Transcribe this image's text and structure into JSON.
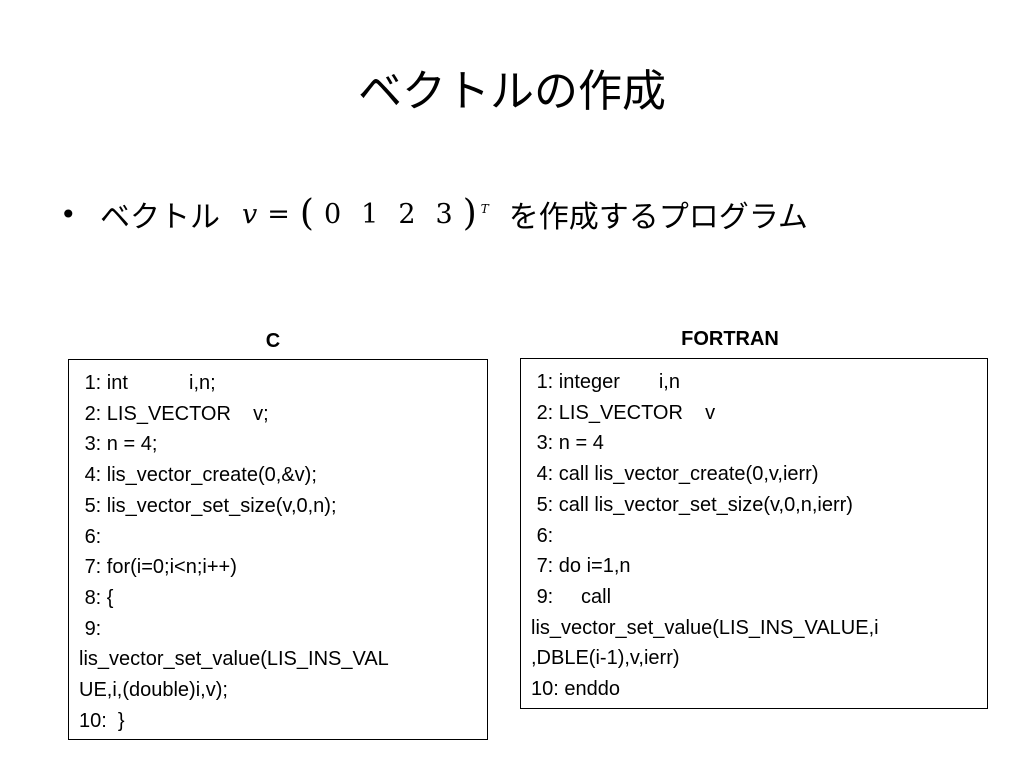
{
  "slide": {
    "title": "ベクトルの作成",
    "bullet": {
      "symbol": "•",
      "prefix": "ベクトル",
      "formula": {
        "var": "v",
        "eq": "=",
        "open": "(",
        "values": [
          "0",
          "1",
          "2",
          "3"
        ],
        "close": ")",
        "sup": "T"
      },
      "suffix": "を作成するプログラム"
    }
  },
  "c_column": {
    "header": "C",
    "lines": [
      " 1: int           i,n;",
      " 2: LIS_VECTOR    v;",
      " 3: n = 4;",
      " 4: lis_vector_create(0,&v);",
      " 5: lis_vector_set_size(v,0,n);",
      " 6:",
      " 7: for(i=0;i<n;i++)",
      " 8: {",
      " 9:",
      "lis_vector_set_value(LIS_INS_VAL",
      "UE,i,(double)i,v);",
      "10:  }"
    ]
  },
  "fortran_column": {
    "header": "FORTRAN",
    "lines": [
      " 1: integer       i,n",
      " 2: LIS_VECTOR    v",
      " 3: n = 4",
      " 4: call lis_vector_create(0,v,ierr)",
      " 5: call lis_vector_set_size(v,0,n,ierr)",
      " 6:",
      " 7: do i=1,n",
      " 9:     call",
      "lis_vector_set_value(LIS_INS_VALUE,i",
      ",DBLE(i-1),v,ierr)",
      "10: enddo"
    ]
  }
}
